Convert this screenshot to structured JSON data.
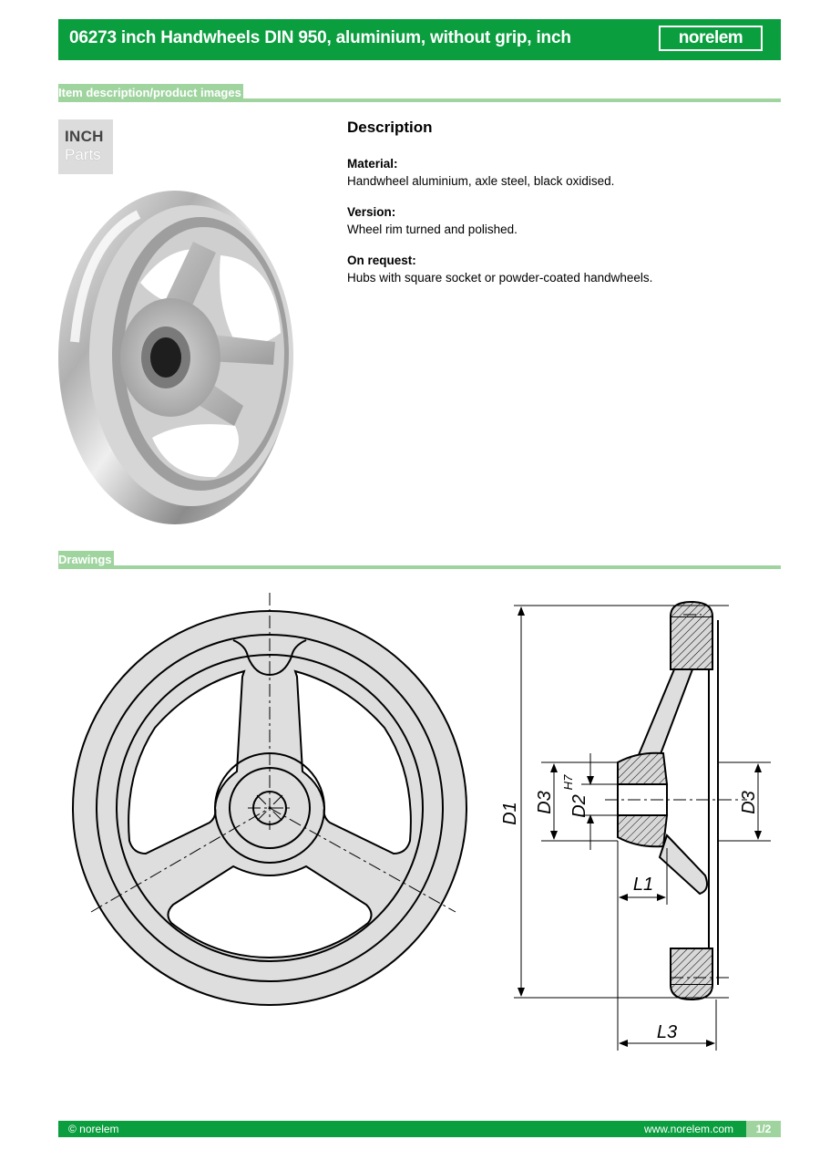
{
  "header": {
    "title": "06273 inch Handwheels DIN 950, aluminium, without grip, inch",
    "logo": "norelem"
  },
  "sections": {
    "item_description": "Item description/product images",
    "drawings": "Drawings"
  },
  "badge": {
    "line1": "INCH",
    "line2": "Parts"
  },
  "description": {
    "heading": "Description",
    "items": [
      {
        "key": "Material:",
        "value": "Handwheel aluminium, axle steel, black oxidised."
      },
      {
        "key": "Version:",
        "value": "Wheel rim turned and polished."
      },
      {
        "key": "On request:",
        "value": "Hubs with square socket or powder-coated handwheels."
      }
    ]
  },
  "drawing_labels": {
    "d1": "D1",
    "d3_left": "D3",
    "d2": "D2",
    "d2_sup": "H7",
    "d3_right": "D3",
    "l1": "L1",
    "l3": "L3"
  },
  "footer": {
    "copyright": "© norelem",
    "url": "www.norelem.com",
    "page": "1/2"
  },
  "colors": {
    "brand_green": "#0a9e3f",
    "light_green": "#9fd49f"
  }
}
